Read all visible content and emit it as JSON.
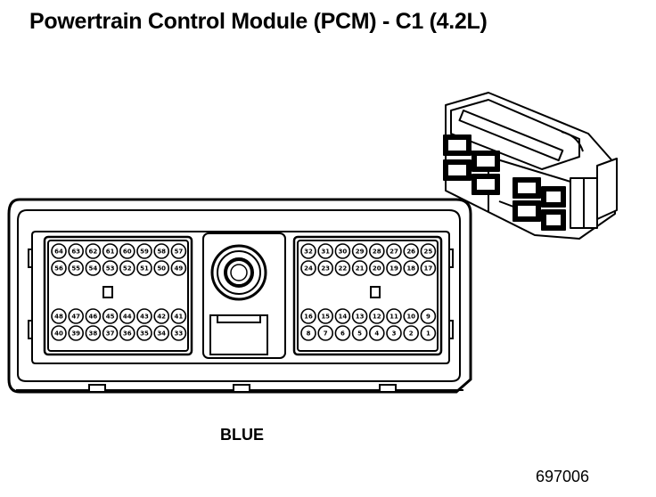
{
  "title": "Powertrain Control Module (PCM) - C1 (4.2L)",
  "connector_color": "BLUE",
  "figure_id": "697006",
  "pins": {
    "upper_left_row1": [
      "64",
      "63",
      "62",
      "61",
      "60",
      "59",
      "58",
      "57"
    ],
    "upper_left_row2": [
      "56",
      "55",
      "54",
      "53",
      "52",
      "51",
      "50",
      "49"
    ],
    "lower_left_row1": [
      "48",
      "47",
      "46",
      "45",
      "44",
      "43",
      "42",
      "41"
    ],
    "lower_left_row2": [
      "40",
      "39",
      "38",
      "37",
      "36",
      "35",
      "34",
      "33"
    ],
    "upper_right_row1": [
      "32",
      "31",
      "30",
      "29",
      "28",
      "27",
      "26",
      "25"
    ],
    "upper_right_row2": [
      "24",
      "23",
      "22",
      "21",
      "20",
      "19",
      "18",
      "17"
    ],
    "lower_right_row1": [
      "16",
      "15",
      "14",
      "13",
      "12",
      "11",
      "10",
      "9"
    ],
    "lower_right_row2": [
      "8",
      "7",
      "6",
      "5",
      "4",
      "3",
      "2",
      "1"
    ]
  }
}
